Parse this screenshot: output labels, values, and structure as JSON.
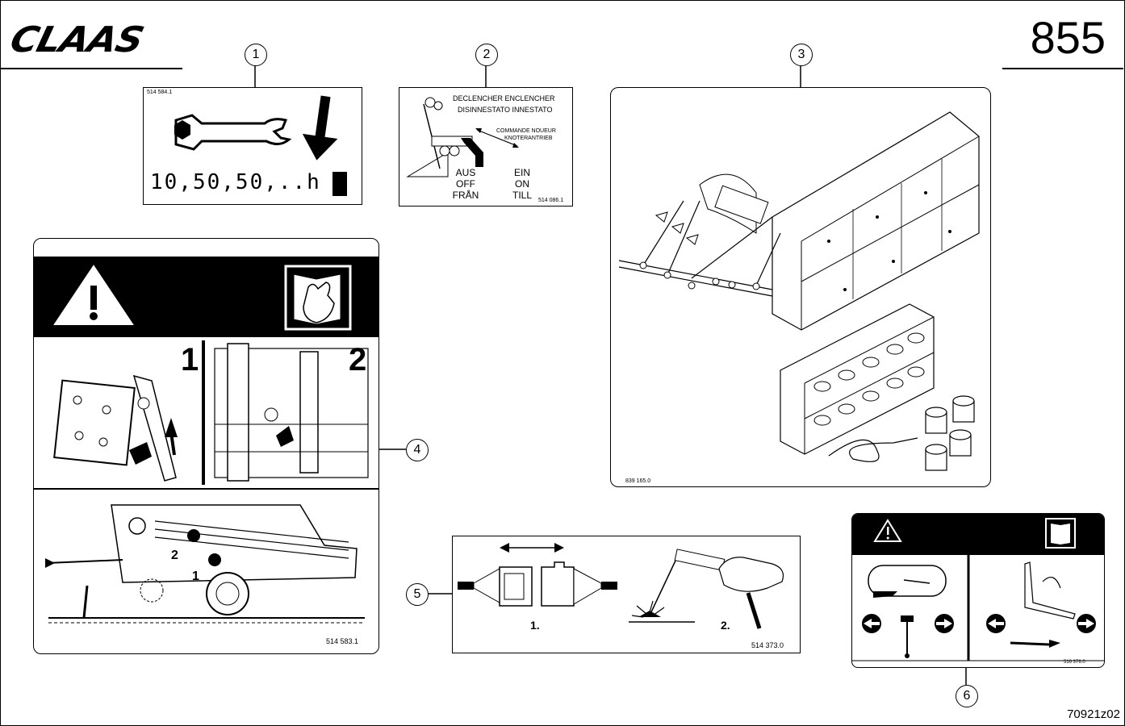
{
  "header": {
    "logo": "CLAAS",
    "page_number": "855"
  },
  "footer": {
    "reference": "70921z02"
  },
  "callouts": [
    "1",
    "2",
    "3",
    "4",
    "5",
    "6"
  ],
  "panel1": {
    "part_no": "514 584.1",
    "interval_text": "10,50,50,..h"
  },
  "panel2": {
    "line1": "DECLENCHER  ENCLENCHER",
    "line2": "DISINNESTATO  INNESTATO",
    "line3": "COMMANDE NOUEUR",
    "line4": "KNOTERANTRIEB",
    "off_labels": [
      "AUS",
      "OFF",
      "FRÅN"
    ],
    "on_labels": [
      "EIN",
      "ON",
      "TILL"
    ],
    "part_no": "514 086.1"
  },
  "panel3": {
    "part_no": "839 165.0"
  },
  "panel4": {
    "step1": "1",
    "step2": "2",
    "marker2": "2",
    "marker1": "1",
    "part_no": "514 583.1"
  },
  "panel5": {
    "step1": "1.",
    "step2": "2.",
    "part_no": "514 373.0"
  },
  "panel6": {
    "part_no": "516 376.0"
  },
  "icons": [
    "warning-triangle-icon",
    "read-manual-icon",
    "wrench-icon",
    "arrow-down-icon",
    "arrow-left-icon",
    "arrow-right-icon",
    "hammer-icon"
  ],
  "colors": {
    "ink": "#000000",
    "paper": "#ffffff"
  }
}
